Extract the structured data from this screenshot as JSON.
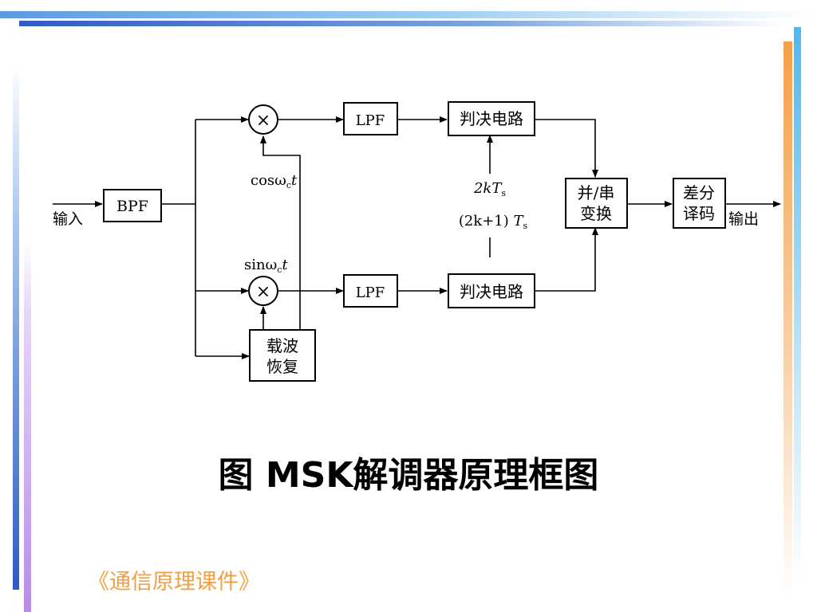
{
  "diagram": {
    "input_label": "输入",
    "output_label": "输出",
    "bpf_label": "BPF",
    "lpf_top_label": "LPF",
    "lpf_bottom_label": "LPF",
    "decision_top_label": "判决电路",
    "decision_bottom_label": "判决电路",
    "parallel_serial_line1": "并/串",
    "parallel_serial_line2": "变换",
    "diff_decode_line1": "差分",
    "diff_decode_line2": "译码",
    "carrier_line1": "载波",
    "carrier_line2": "恢复",
    "multiplier_symbol": "×",
    "cos_label": "cosω",
    "cos_sub": "c",
    "sin_label": "sinω",
    "sin_sub": "c",
    "time_var": "t",
    "sample_top_prefix": "2k",
    "sample_top_T": "T",
    "sample_top_sub": "s",
    "sample_bottom_prefix": "(2k+1) ",
    "sample_bottom_T": "T",
    "sample_bottom_sub": "s"
  },
  "caption": "图 MSK解调器原理框图",
  "footer": "《通信原理课件》"
}
